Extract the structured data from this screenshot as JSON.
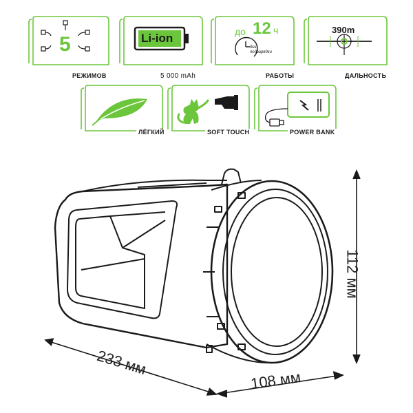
{
  "features": [
    {
      "id": "modes",
      "value": "5",
      "label": "РЕЖИМОВ"
    },
    {
      "id": "battery",
      "value": "Li-ion",
      "label": "5 000 mAh"
    },
    {
      "id": "runtime",
      "value_prefix": "до",
      "value": "12",
      "value_unit": "ч",
      "sublabel": "без подзарядки",
      "label": "РАБОТЫ"
    },
    {
      "id": "range",
      "value": "390m",
      "label": "ДАЛЬНОСТЬ"
    },
    {
      "id": "light",
      "label": "ЛЁГКИЙ"
    },
    {
      "id": "soft",
      "label": "SOFT TOUCH"
    },
    {
      "id": "powerbank",
      "label": "POWER BANK"
    }
  ],
  "dimensions": {
    "length": "233 мм",
    "width": "108 мм",
    "height": "112 мм"
  },
  "colors": {
    "accent": "#6cc63b",
    "outline": "#1a1a1a"
  }
}
